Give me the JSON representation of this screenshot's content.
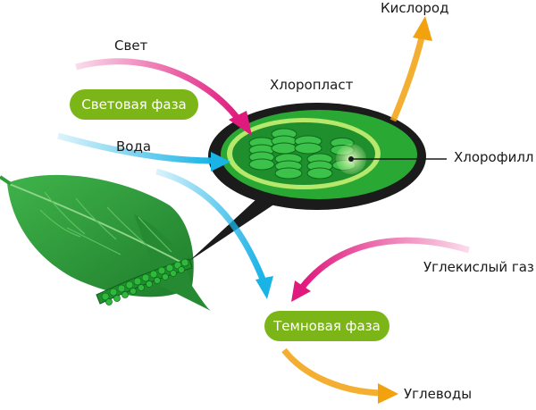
{
  "labels": {
    "light": "Свет",
    "water": "Вода",
    "chloroplast": "Хлоропласт",
    "oxygen": "Кислород",
    "chlorophyll": "Хлорофилл",
    "co2": "Углекислый газ",
    "carbs": "Углеводы"
  },
  "phases": {
    "light": "Световая фаза",
    "dark": "Темновая фаза"
  },
  "colors": {
    "magenta": "#e0197d",
    "cyan": "#1ab3e6",
    "orange": "#f2a10f",
    "phase_pill": "#7cb518",
    "leaf": "#2f9e3a",
    "chloroplast_outer": "#1b1b1b",
    "chloroplast_inner": "#2aa834"
  }
}
